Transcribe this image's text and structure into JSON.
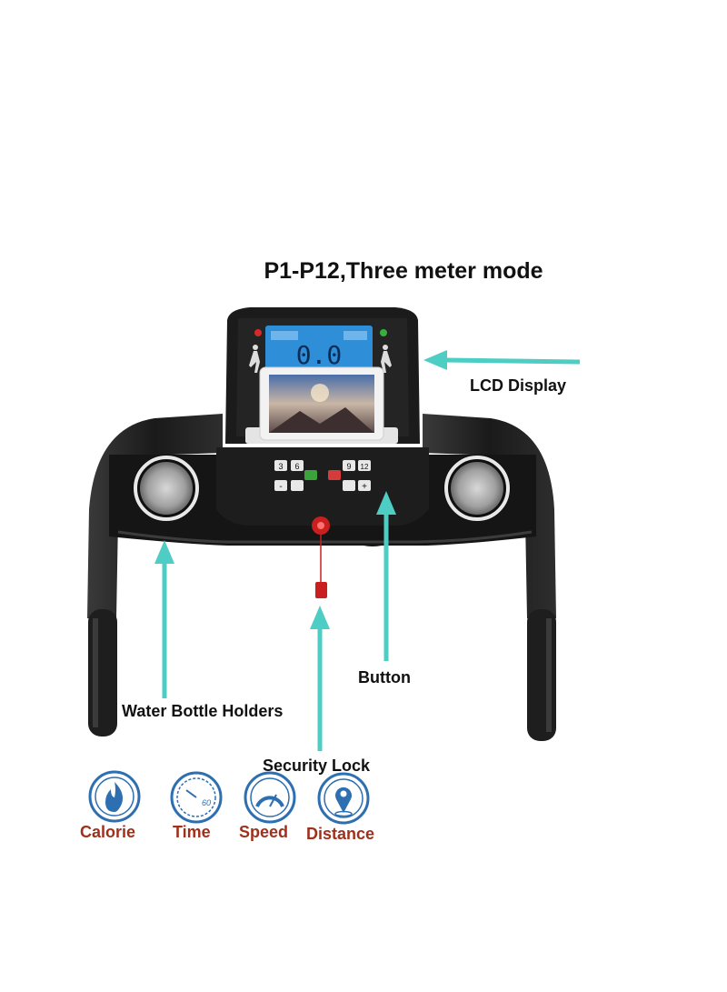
{
  "title": "P1-P12,Three meter mode",
  "callouts": {
    "lcd": "LCD Display",
    "button": "Button",
    "water": "Water Bottle Holders",
    "lock": "Security Lock"
  },
  "features": [
    {
      "label": "Calorie",
      "icon": "flame-icon"
    },
    {
      "label": "Time",
      "icon": "stopwatch-icon"
    },
    {
      "label": "Speed",
      "icon": "speedometer-icon"
    },
    {
      "label": "Distance",
      "icon": "map-pin-icon"
    }
  ],
  "console": {
    "lcd_reading": "0.0",
    "time_badge_text": "60",
    "keypad": [
      "3",
      "6",
      "9",
      "12",
      "-",
      "+"
    ]
  },
  "colors": {
    "arrow": "#4ecdc4",
    "label_red": "#a0301c",
    "icon_blue": "#2d6fb0",
    "lcd_blue": "#2f8ed8"
  }
}
